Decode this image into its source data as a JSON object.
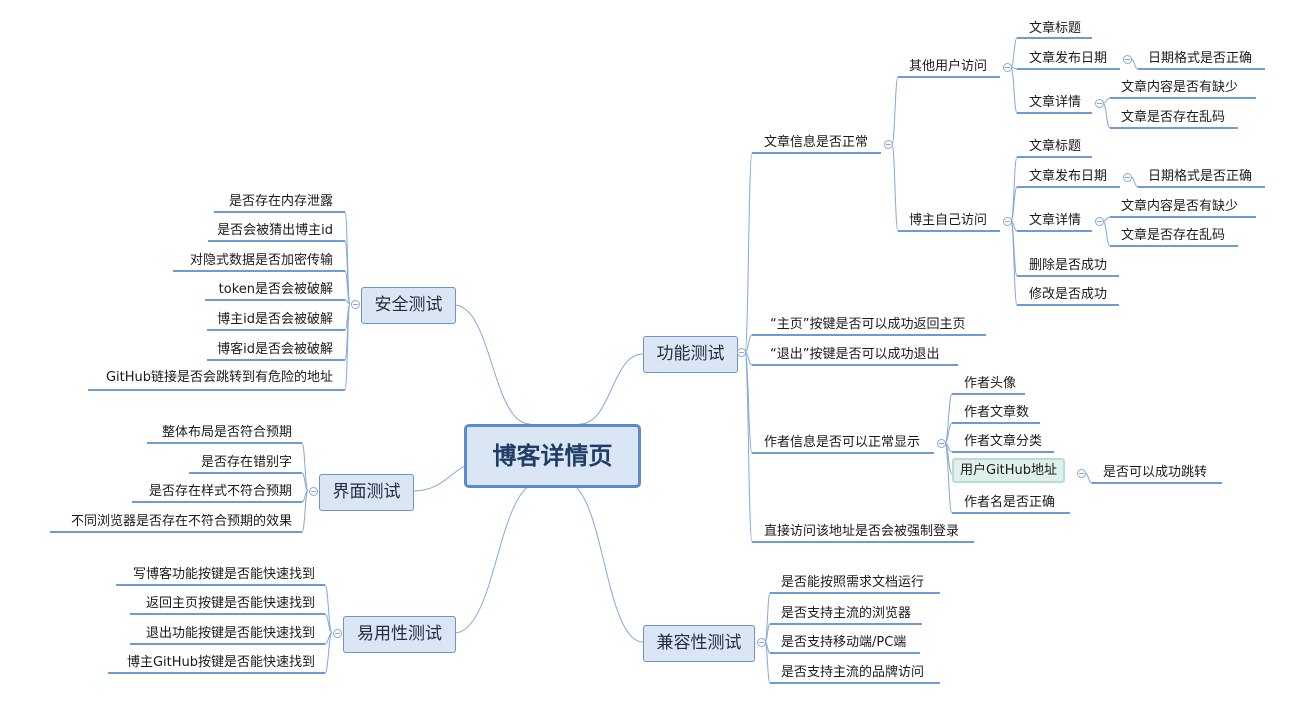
{
  "root": "博客详情页",
  "security": {
    "label": "安全测试",
    "items": [
      "是否存在内存泄露",
      "是否会被猜出博主id",
      "对隐式数据是否加密传输",
      "token是否会被破解",
      "博主id是否会被破解",
      "博客id是否会被破解",
      "GitHub链接是否会跳转到有危险的地址"
    ]
  },
  "ui": {
    "label": "界面测试",
    "items": [
      "整体布局是否符合预期",
      "是否存在错别字",
      "是否存在样式不符合预期",
      "不同浏览器是否存在不符合预期的效果"
    ]
  },
  "usability": {
    "label": "易用性测试",
    "items": [
      "写博客功能按键是否能快速找到",
      "返回主页按键是否能快速找到",
      "退出功能按键是否能快速找到",
      "博主GitHub按键是否能快速找到"
    ]
  },
  "function": {
    "label": "功能测试",
    "article": {
      "label": "文章信息是否正常",
      "others": {
        "label": "其他用户访问",
        "title": "文章标题",
        "date": "文章发布日期",
        "date_check": "日期格式是否正确",
        "detail": "文章详情",
        "detail_missing": "文章内容是否有缺少",
        "detail_garbled": "文章是否存在乱码"
      },
      "owner": {
        "label": "博主自己访问",
        "title": "文章标题",
        "date": "文章发布日期",
        "date_check": "日期格式是否正确",
        "detail": "文章详情",
        "detail_missing": "文章内容是否有缺少",
        "detail_garbled": "文章是否存在乱码",
        "delete": "删除是否成功",
        "modify": "修改是否成功"
      }
    },
    "home_btn": "“主页”按键是否可以成功返回主页",
    "logout_btn": "“退出”按键是否可以成功退出",
    "author": {
      "label": "作者信息是否可以正常显示",
      "avatar": "作者头像",
      "count": "作者文章数",
      "category": "作者文章分类",
      "github": "用户GitHub地址",
      "github_check": "是否可以成功跳转",
      "name": "作者名是否正确"
    },
    "direct_access": "直接访问该地址是否会被强制登录"
  },
  "compat": {
    "label": "兼容性测试",
    "items": [
      "是否能按照需求文档运行",
      "是否支持主流的浏览器",
      "是否支持移动端/PC端",
      "是否支持主流的品牌访问"
    ]
  },
  "colors": {
    "line": "#86a9d6",
    "underline": "#3e78c7",
    "branch_fill": "#dbe6f5",
    "branch_border": "#6b93cc",
    "root_border": "#5a8ad0",
    "highlight": "#dff0ec"
  }
}
